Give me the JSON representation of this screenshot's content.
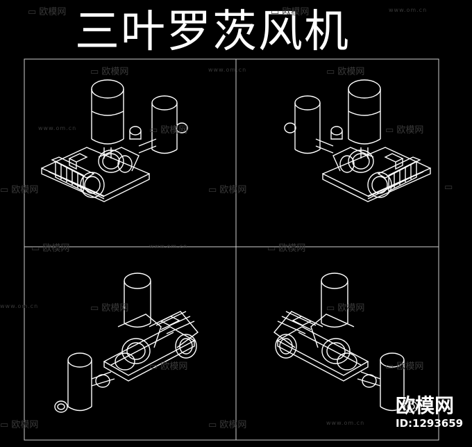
{
  "title": "三叶罗茨风机",
  "watermark": {
    "brand": "欧模网",
    "url": "www.om.cn",
    "id_label": "ID:1293659"
  },
  "views": [
    {
      "name": "top-left-view"
    },
    {
      "name": "top-right-view"
    },
    {
      "name": "bottom-left-view"
    },
    {
      "name": "bottom-right-view"
    }
  ],
  "colors": {
    "background": "#000000",
    "line": "#ffffff",
    "frame": "#cccccc",
    "watermark": "#3a3a3a"
  }
}
